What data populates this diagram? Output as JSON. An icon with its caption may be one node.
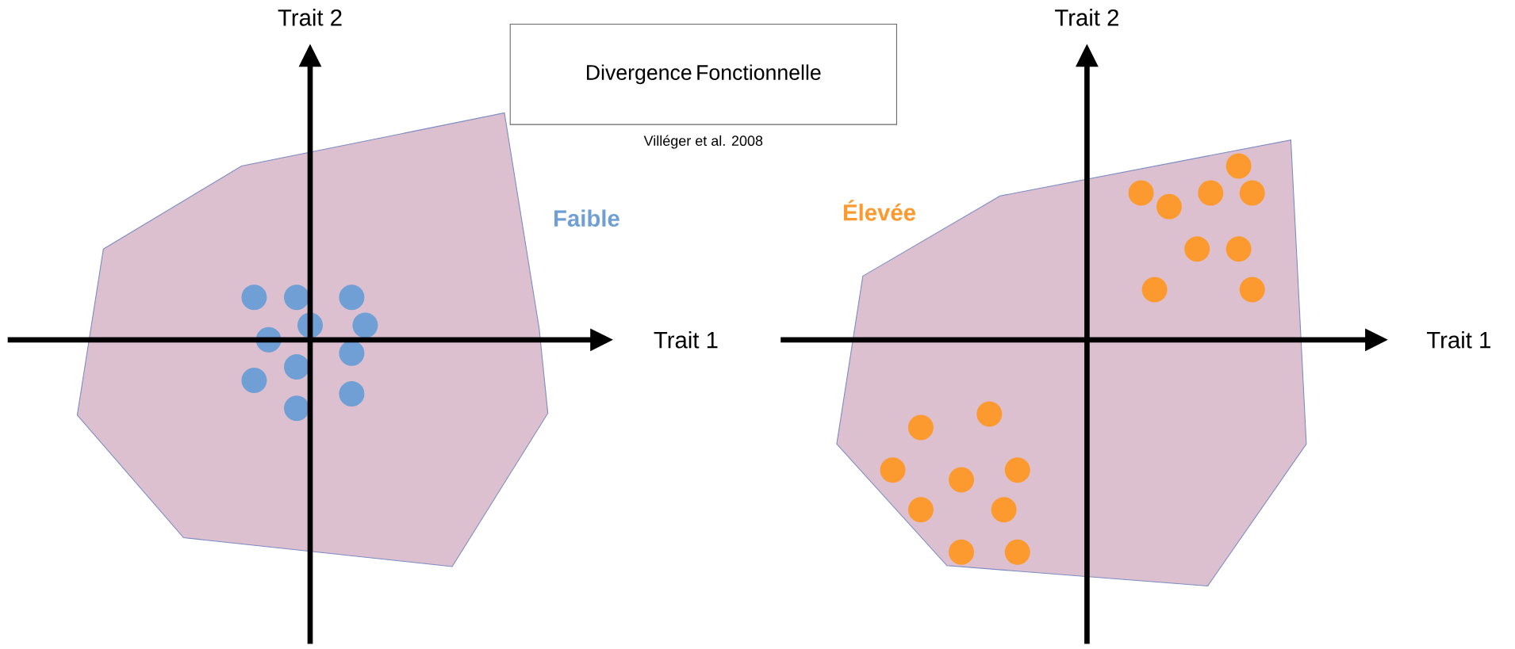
{
  "diagram": {
    "title": "Divergence Fonctionnelle",
    "caption": "Villéger et al. 2008",
    "labels": [
      "Trait 2",
      "Trait 1",
      "Faible",
      "Trait 2",
      "Trait 1",
      "Élevée"
    ]
  }
}
